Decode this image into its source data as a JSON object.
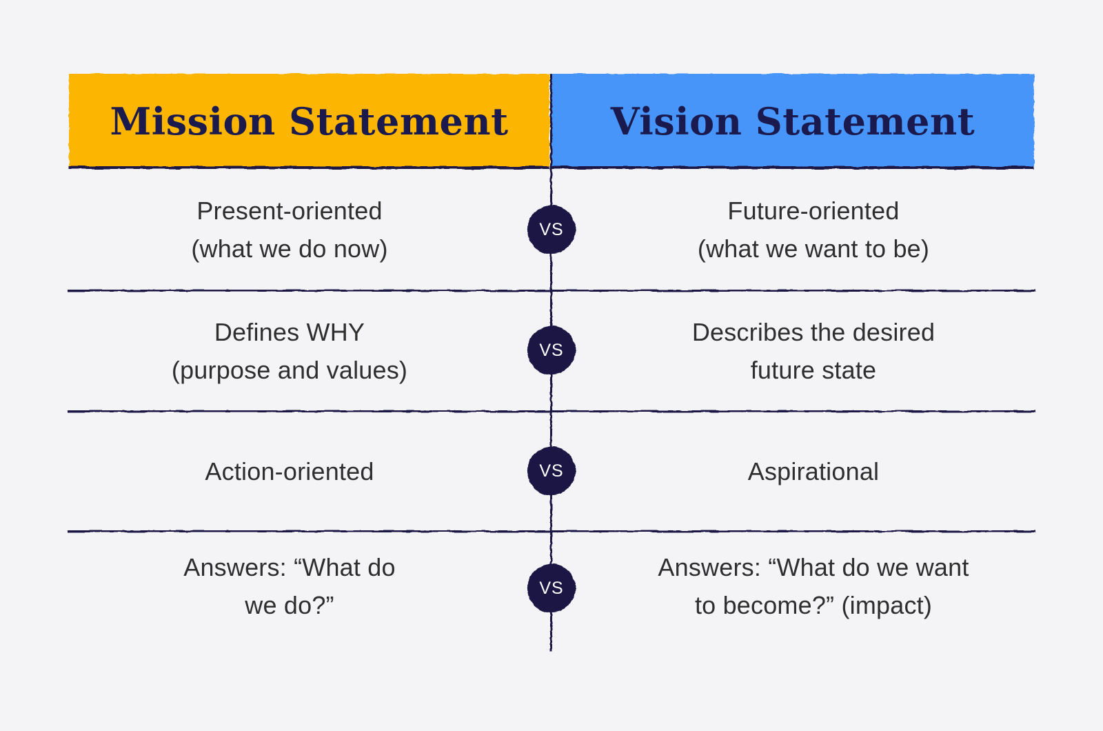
{
  "palette": {
    "mission_header_bg": "#FCB503",
    "vision_header_bg": "#4695F8",
    "navy": "#1A1845",
    "body_text": "#2E2E2E",
    "background": "#F4F4F6",
    "vs_text_color": "#FFFFFF"
  },
  "header": {
    "left": "Mission Statement",
    "right": "Vision Statement"
  },
  "vs_label": "VS",
  "rows": [
    {
      "left": {
        "lines": [
          "Present-oriented",
          "(what we do now)"
        ]
      },
      "right": {
        "lines": [
          "Future-oriented",
          "(what we want to be)"
        ]
      }
    },
    {
      "left": {
        "lines": [
          "Defines WHY",
          "(purpose and values)"
        ]
      },
      "right": {
        "lines": [
          "Describes the desired",
          "future state"
        ]
      }
    },
    {
      "left": {
        "lines": [
          "Action-oriented"
        ]
      },
      "right": {
        "lines": [
          "Aspirational"
        ]
      }
    },
    {
      "left": {
        "lines": [
          "Answers: “What do",
          "we do?”"
        ]
      },
      "right": {
        "lines": [
          "Answers: “What do we want",
          "to become?” (impact)"
        ]
      }
    }
  ]
}
